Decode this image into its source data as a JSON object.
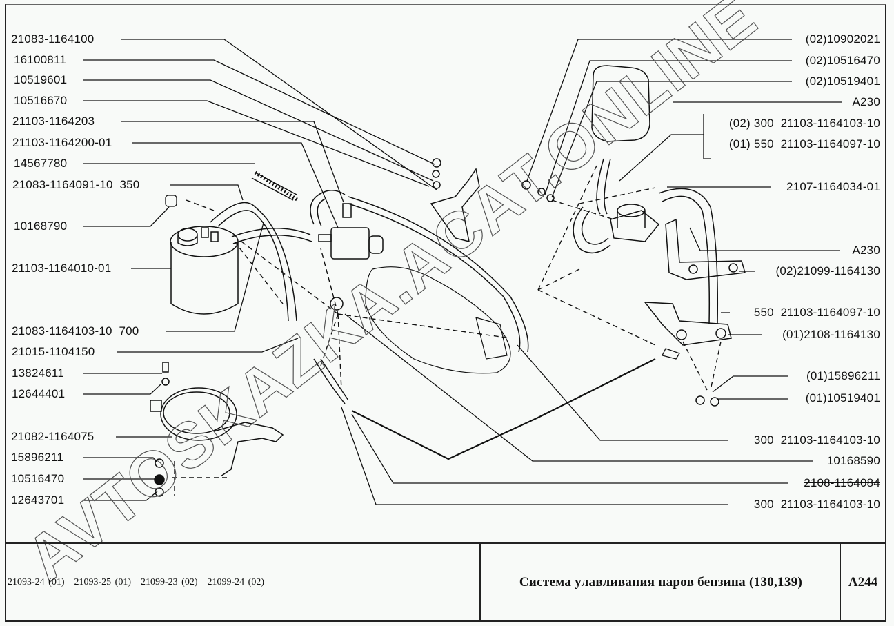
{
  "diagram": {
    "title": "Система улавливания паров бензина (130,139)",
    "page_code": "A244",
    "models": [
      "21093-24 (01)",
      "21093-25 (01)",
      "21099-23 (02)",
      "21099-24 (02)"
    ],
    "watermark": "AVTOSKAZKA.ACAT.ONLINE",
    "left_callouts": [
      "21083-1164100",
      "16100811",
      "10519601",
      "10516670",
      "21103-1164203",
      "21103-1164200-01",
      "14567780",
      "21083-1164091-10  350",
      "10168790",
      "21103-1164010-01",
      "21083-1164103-10  700",
      "21015-1104150",
      "13824611",
      "12644401",
      "21082-1164075",
      "15896211",
      "10516470",
      "12643701"
    ],
    "right_callouts": [
      "(02)10902021",
      "(02)10516470",
      "(02)10519401",
      "A230",
      "(02) 300  21103-1164103-10",
      "(01) 550  21103-1164097-10",
      "2107-1164034-01",
      "A230",
      "(02)21099-1164130",
      "550  21103-1164097-10",
      "(01)2108-1164130",
      "(01)15896211",
      "(01)10519401",
      "300  21103-1164103-10",
      "10168590",
      "2108-1164084",
      "300  21103-1164103-10"
    ],
    "struck_callout_index": 15
  }
}
